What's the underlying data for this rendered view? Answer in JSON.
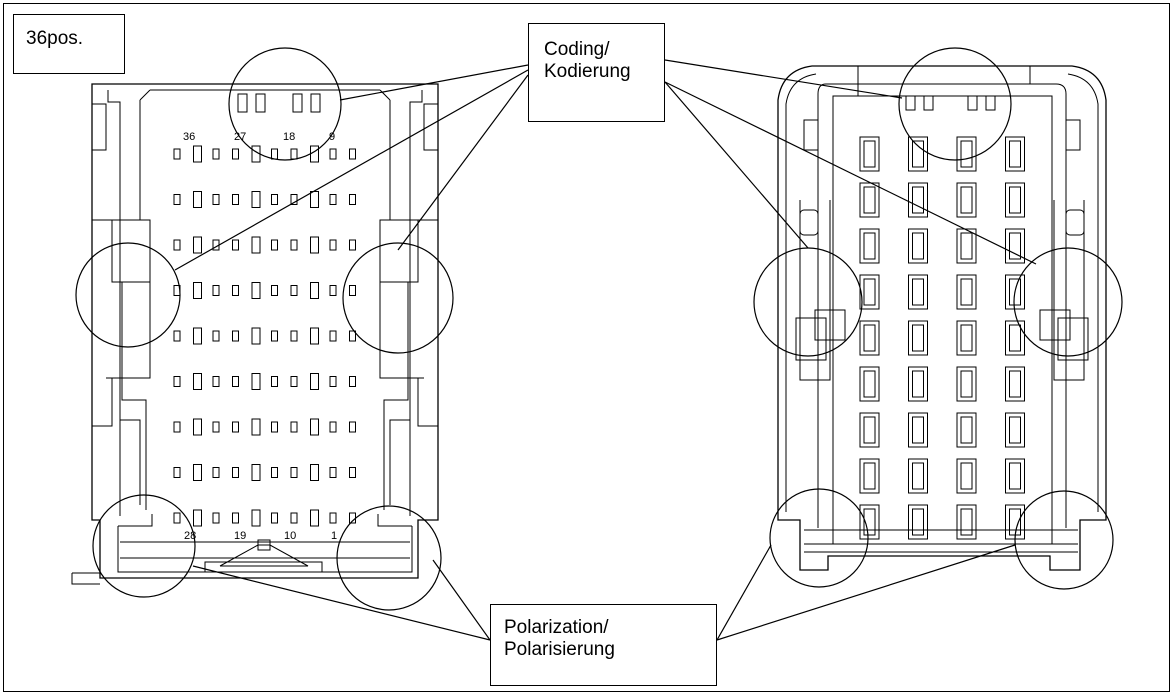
{
  "title": "36pos.",
  "callouts": {
    "coding_line1": "Coding/",
    "coding_line2": "Kodierung",
    "polarization_line1": "Polarization/",
    "polarization_line2": "Polarisierung"
  },
  "pin_labels": {
    "top": [
      "36",
      "27",
      "18",
      "9"
    ],
    "bottom": [
      "28",
      "19",
      "10",
      "1"
    ]
  }
}
